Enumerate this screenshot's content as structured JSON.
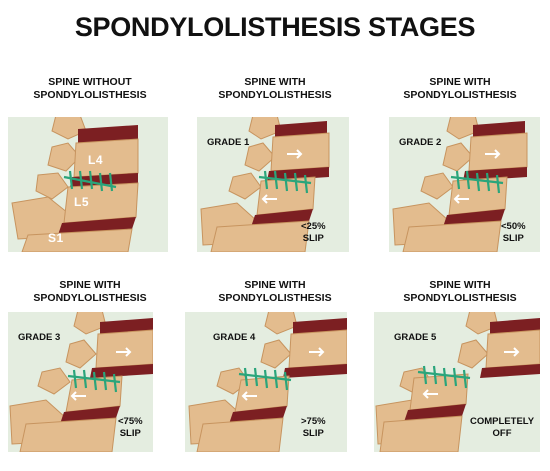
{
  "title": "SPONDYLOLISTHESIS STAGES",
  "panels": [
    {
      "heading_line1": "SPINE WITHOUT",
      "heading_line2": "SPONDYLOLISTHESIS",
      "grade": "",
      "slip_line1": "",
      "slip_line2": "",
      "vertebrae": [
        "L4",
        "L5",
        "S1"
      ]
    },
    {
      "heading_line1": "SPINE WITH",
      "heading_line2": "SPONDYLOLISTHESIS",
      "grade": "GRADE 1",
      "slip_line1": "<25%",
      "slip_line2": "SLIP"
    },
    {
      "heading_line1": "SPINE WITH",
      "heading_line2": "SPONDYLOLISTHESIS",
      "grade": "GRADE 2",
      "slip_line1": "<50%",
      "slip_line2": "SLIP"
    },
    {
      "heading_line1": "SPINE WITH",
      "heading_line2": "SPONDYLOLISTHESIS",
      "grade": "GRADE 3",
      "slip_line1": "<75%",
      "slip_line2": "SLIP"
    },
    {
      "heading_line1": "SPINE WITH",
      "heading_line2": "SPONDYLOLISTHESIS",
      "grade": "GRADE 4",
      "slip_line1": ">75%",
      "slip_line2": "SLIP"
    },
    {
      "heading_line1": "SPINE WITH",
      "heading_line2": "SPONDYLOLISTHESIS",
      "grade": "GRADE 5",
      "slip_line1": "COMPLETELY",
      "slip_line2": "OFF"
    }
  ],
  "colors": {
    "bone": "#e3bc8e",
    "bone_shade": "#cc9e6c",
    "outline": "#c7945f",
    "disc": "#7c1f22",
    "suture": "#2aa57b",
    "panel_bg": "#e4ede0"
  }
}
